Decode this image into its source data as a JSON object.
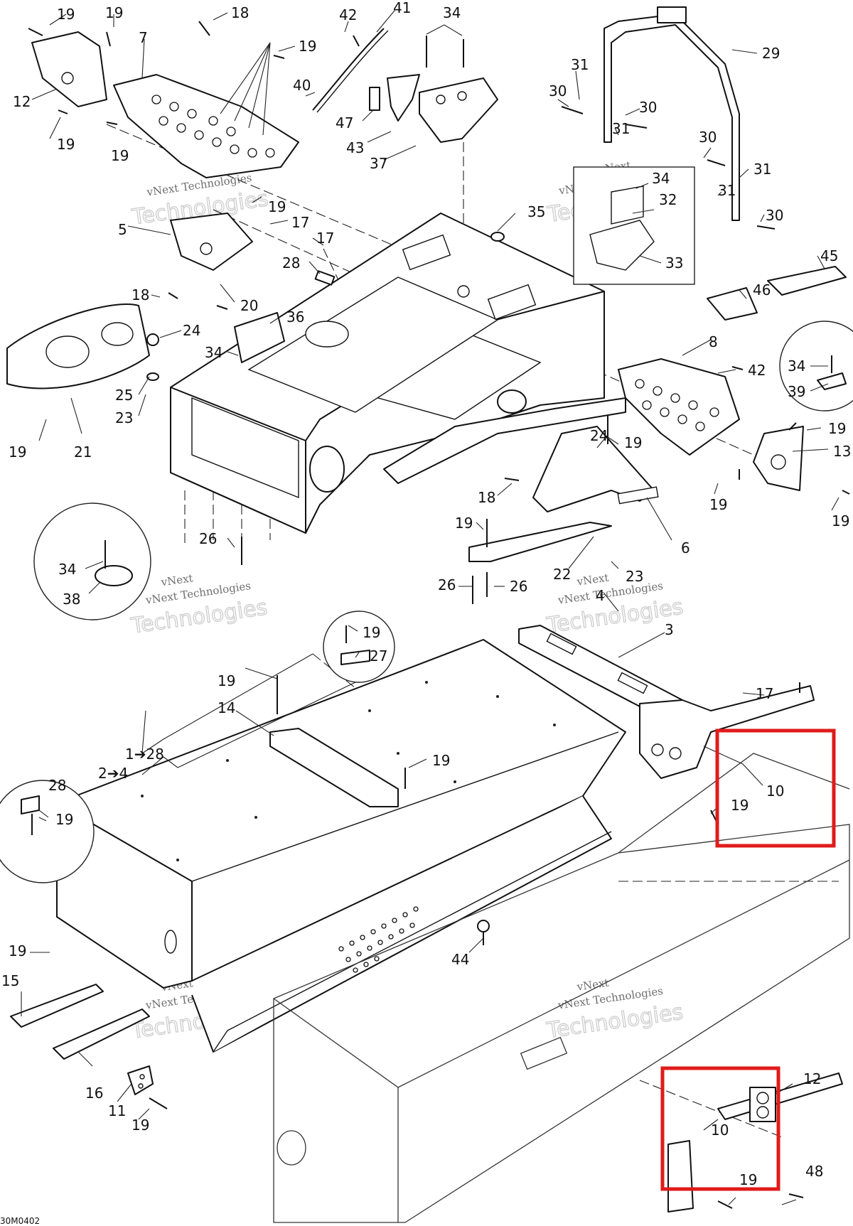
{
  "drawing_code": "30M0402",
  "watermark": {
    "line1": "vNext",
    "line2": "vNext Technologies",
    "line3": "Technologies"
  },
  "highlight_color": "#e01b1b",
  "callouts": [
    {
      "id": "c-19a",
      "text": "19"
    },
    {
      "id": "c-19b",
      "text": "19"
    },
    {
      "id": "c-18a",
      "text": "18"
    },
    {
      "id": "c-19c",
      "text": "19"
    },
    {
      "id": "c-7",
      "text": "7"
    },
    {
      "id": "c-12a",
      "text": "12"
    },
    {
      "id": "c-19d",
      "text": "19"
    },
    {
      "id": "c-19e",
      "text": "19"
    },
    {
      "id": "c-42a",
      "text": "42"
    },
    {
      "id": "c-41",
      "text": "41"
    },
    {
      "id": "c-34a",
      "text": "34"
    },
    {
      "id": "c-40",
      "text": "40"
    },
    {
      "id": "c-47",
      "text": "47"
    },
    {
      "id": "c-43",
      "text": "43"
    },
    {
      "id": "c-37",
      "text": "37"
    },
    {
      "id": "c-29",
      "text": "29"
    },
    {
      "id": "c-31a",
      "text": "31"
    },
    {
      "id": "c-30a",
      "text": "30"
    },
    {
      "id": "c-30b",
      "text": "30"
    },
    {
      "id": "c-31b",
      "text": "31"
    },
    {
      "id": "c-30c",
      "text": "30"
    },
    {
      "id": "c-31c",
      "text": "31"
    },
    {
      "id": "c-31d",
      "text": "31"
    },
    {
      "id": "c-30d",
      "text": "30"
    },
    {
      "id": "c-34b",
      "text": "34"
    },
    {
      "id": "c-32",
      "text": "32"
    },
    {
      "id": "c-33",
      "text": "33"
    },
    {
      "id": "c-19f",
      "text": "19"
    },
    {
      "id": "c-5",
      "text": "5"
    },
    {
      "id": "c-17a",
      "text": "17"
    },
    {
      "id": "c-17b",
      "text": "17"
    },
    {
      "id": "c-35",
      "text": "35"
    },
    {
      "id": "c-28a",
      "text": "28"
    },
    {
      "id": "c-18b",
      "text": "18"
    },
    {
      "id": "c-20",
      "text": "20"
    },
    {
      "id": "c-45",
      "text": "45"
    },
    {
      "id": "c-46",
      "text": "46"
    },
    {
      "id": "c-36",
      "text": "36"
    },
    {
      "id": "c-24a",
      "text": "24"
    },
    {
      "id": "c-34c",
      "text": "34"
    },
    {
      "id": "c-25",
      "text": "25"
    },
    {
      "id": "c-23a",
      "text": "23"
    },
    {
      "id": "c-19g",
      "text": "19"
    },
    {
      "id": "c-21",
      "text": "21"
    },
    {
      "id": "c-8",
      "text": "8"
    },
    {
      "id": "c-42b",
      "text": "42"
    },
    {
      "id": "c-34d",
      "text": "34"
    },
    {
      "id": "c-39",
      "text": "39"
    },
    {
      "id": "c-24b",
      "text": "24"
    },
    {
      "id": "c-19h",
      "text": "19"
    },
    {
      "id": "c-19i",
      "text": "19"
    },
    {
      "id": "c-13",
      "text": "13"
    },
    {
      "id": "c-18c",
      "text": "18"
    },
    {
      "id": "c-19j",
      "text": "19"
    },
    {
      "id": "c-19k",
      "text": "19"
    },
    {
      "id": "c-6",
      "text": "6"
    },
    {
      "id": "c-19l",
      "text": "19"
    },
    {
      "id": "c-26a",
      "text": "26"
    },
    {
      "id": "c-34e",
      "text": "34"
    },
    {
      "id": "c-38",
      "text": "38"
    },
    {
      "id": "c-22",
      "text": "22"
    },
    {
      "id": "c-23b",
      "text": "23"
    },
    {
      "id": "c-26b",
      "text": "26"
    },
    {
      "id": "c-26c",
      "text": "26"
    },
    {
      "id": "c-4",
      "text": "4"
    },
    {
      "id": "c-3",
      "text": "3"
    },
    {
      "id": "c-19m",
      "text": "19"
    },
    {
      "id": "c-27",
      "text": "27"
    },
    {
      "id": "c-19n",
      "text": "19"
    },
    {
      "id": "c-14",
      "text": "14"
    },
    {
      "id": "c-1to28",
      "text": "1➔28"
    },
    {
      "id": "c-19o",
      "text": "19"
    },
    {
      "id": "c-2to4",
      "text": "2➔4"
    },
    {
      "id": "c-28b",
      "text": "28"
    },
    {
      "id": "c-19p",
      "text": "19"
    },
    {
      "id": "c-17c",
      "text": "17"
    },
    {
      "id": "c-10a",
      "text": "10"
    },
    {
      "id": "c-19q",
      "text": "19"
    },
    {
      "id": "c-19r",
      "text": "19"
    },
    {
      "id": "c-44",
      "text": "44"
    },
    {
      "id": "c-15",
      "text": "15"
    },
    {
      "id": "c-16",
      "text": "16"
    },
    {
      "id": "c-11",
      "text": "11"
    },
    {
      "id": "c-19s",
      "text": "19"
    },
    {
      "id": "c-12b",
      "text": "12"
    },
    {
      "id": "c-10b",
      "text": "10"
    },
    {
      "id": "c-48",
      "text": "48"
    },
    {
      "id": "c-19t",
      "text": "19"
    }
  ]
}
